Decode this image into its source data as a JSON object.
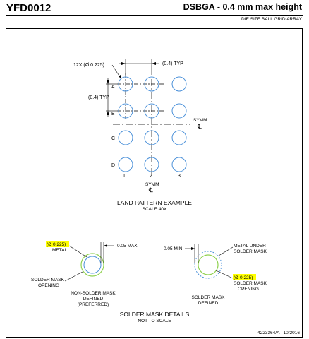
{
  "header": {
    "part_number": "YFD0012",
    "package": "DSBGA - 0.4 mm max height",
    "subtitle": "DIE SIZE BALL GRID ARRAY"
  },
  "land_pattern": {
    "ball_callout": "12X (Ø 0.225)",
    "pitch_x": "(0.4) TYP",
    "pitch_y_line1": "(0.4) TYP",
    "symm_right": "SYMM",
    "symm_bottom": "SYMM",
    "centerline": "℄",
    "rows": [
      "A",
      "B",
      "C",
      "D"
    ],
    "cols": [
      "1",
      "2",
      "3"
    ],
    "title": "LAND PATTERN EXAMPLE",
    "scale": "SCALE:40X"
  },
  "solder_mask": {
    "nsmd": {
      "metal_dim": "(Ø 0.225)",
      "metal_label": "METAL",
      "gap_dim": "0.05 MAX",
      "opening_line1": "SOLDER MASK",
      "opening_line2": "OPENING",
      "caption_line1": "NON-SOLDER MASK",
      "caption_line2": "DEFINED",
      "caption_line3": "(PREFERRED)"
    },
    "smd": {
      "gap_dim": "0.05 MIN",
      "metal_under_line1": "METAL UNDER",
      "metal_under_line2": "SOLDER MASK",
      "opening_dim": "(Ø 0.225)",
      "opening_line1": "SOLDER MASK",
      "opening_line2": "OPENING",
      "caption_line1": "SOLDER MASK",
      "caption_line2": "DEFINED"
    },
    "title": "SOLDER MASK DETAILS",
    "scale": "NOT TO SCALE"
  },
  "footer": {
    "drawing_id": "4223364/A   10/2016"
  },
  "colors": {
    "pad_blue": "#4a90d9",
    "mask_green": "#8fd14f",
    "highlight": "#ffff00",
    "line": "#000000"
  }
}
